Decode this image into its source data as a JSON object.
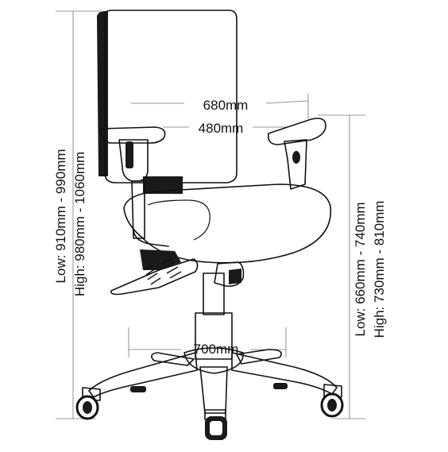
{
  "dimensions": {
    "overall_width": "680mm",
    "seat_width": "480mm",
    "base_width": "700mm",
    "total_height_low": "Low: 910mm - 990mm",
    "total_height_high": "High: 980mm - 1060mm",
    "seat_height_low": "Low: 660mm - 740mm",
    "seat_height_high": "High: 730mm - 810mm"
  },
  "colors": {
    "outline": "#111111",
    "dimension_line": "#999999",
    "background": "#ffffff"
  }
}
